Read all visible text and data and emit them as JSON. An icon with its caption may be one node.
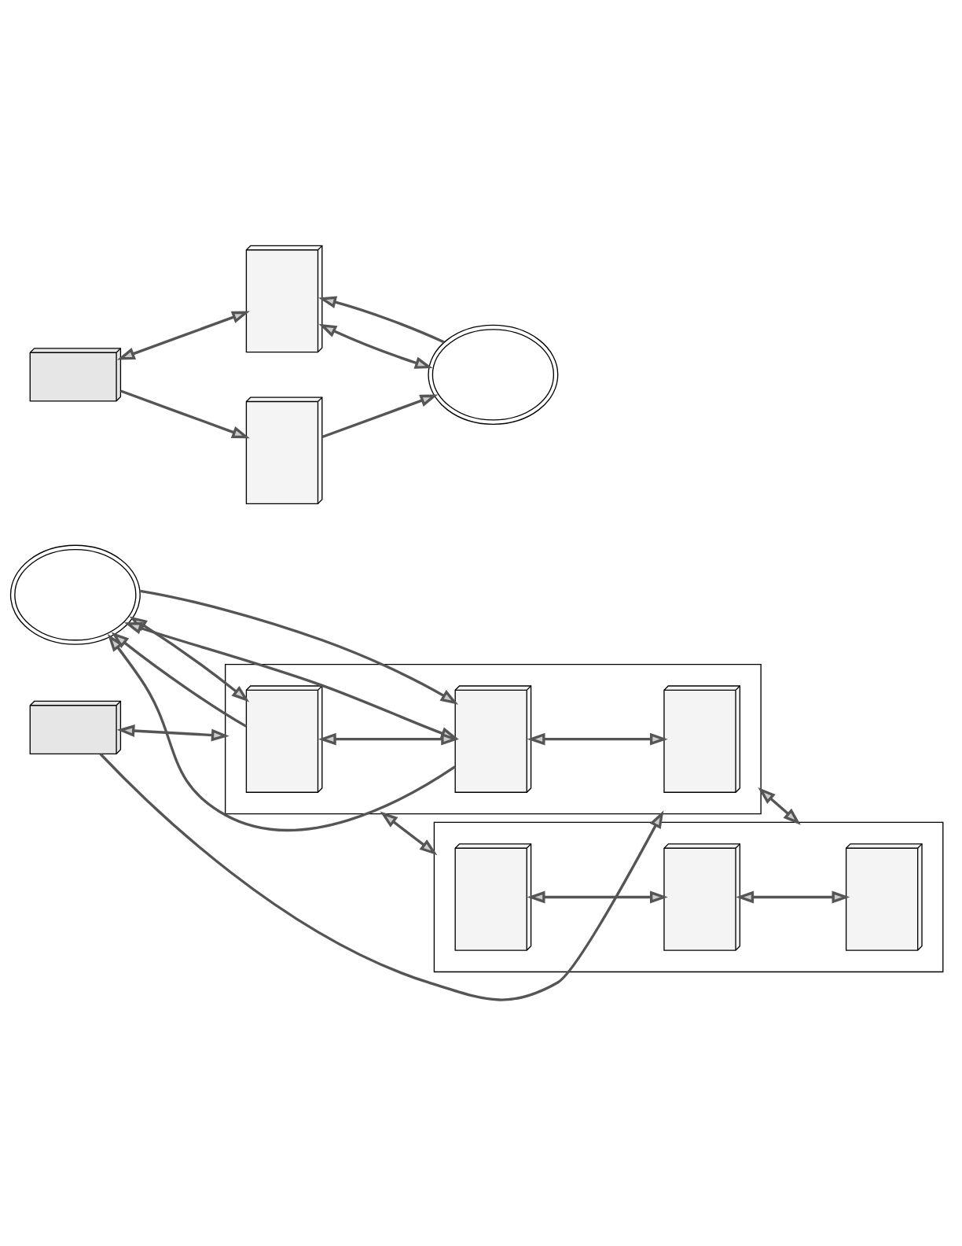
{
  "diagram": {
    "nodes": [
      {
        "text": [],
        "shape": "laptop"
      },
      {
        "text": [],
        "shape": "computer"
      },
      {
        "text": [],
        "shape": "computer"
      },
      {
        "text": [],
        "shape": "cloud"
      },
      {
        "text": [],
        "shape": "cloud"
      },
      {
        "text": [],
        "shape": "box"
      },
      {
        "text": [],
        "shape": "computer",
        "in": 5
      },
      {
        "text": [],
        "shape": "computer",
        "in": 5
      },
      {
        "text": [],
        "shape": "computer",
        "in": 5
      },
      {
        "text": [],
        "shape": "laptop"
      },
      {
        "text": [],
        "shape": "box"
      },
      {
        "text": [],
        "shape": "computer",
        "in": 10
      },
      {
        "text": [],
        "shape": "computer",
        "in": 10
      },
      {
        "text": [],
        "shape": "computer",
        "in": 10
      }
    ],
    "edges": [
      {
        "from": 0,
        "to": 1,
        "arrow": "both"
      },
      {
        "from": 0,
        "to": 2,
        "arrow": "to"
      },
      {
        "from": 3,
        "to": 1,
        "arrow": "to"
      },
      {
        "from": 1,
        "to": 3,
        "arrow": "both"
      },
      {
        "from": 2,
        "to": 3,
        "arrow": "to"
      },
      {
        "from": 4,
        "to": 6,
        "arrow": "both"
      },
      {
        "from": 6,
        "to": 4,
        "arrow": "to"
      },
      {
        "from": 7,
        "to": 4,
        "arrow": "to"
      },
      {
        "from": 4,
        "to": 7,
        "arrow": "both"
      },
      {
        "from": 4,
        "to": 7,
        "arrow": "to"
      },
      {
        "from": 9,
        "to": 5,
        "arrow": "both"
      },
      {
        "from": 9,
        "to": 5,
        "arrow": "to"
      },
      {
        "from": 6,
        "to": 7,
        "arrow": "both"
      },
      {
        "from": 7,
        "to": 8,
        "arrow": "both"
      },
      {
        "from": 5,
        "to": 10,
        "arrow": "both"
      },
      {
        "from": 5,
        "to": 10,
        "arrow": "both"
      },
      {
        "from": 11,
        "to": 12,
        "arrow": "both"
      },
      {
        "from": 12,
        "to": 13,
        "arrow": "both"
      }
    ]
  }
}
